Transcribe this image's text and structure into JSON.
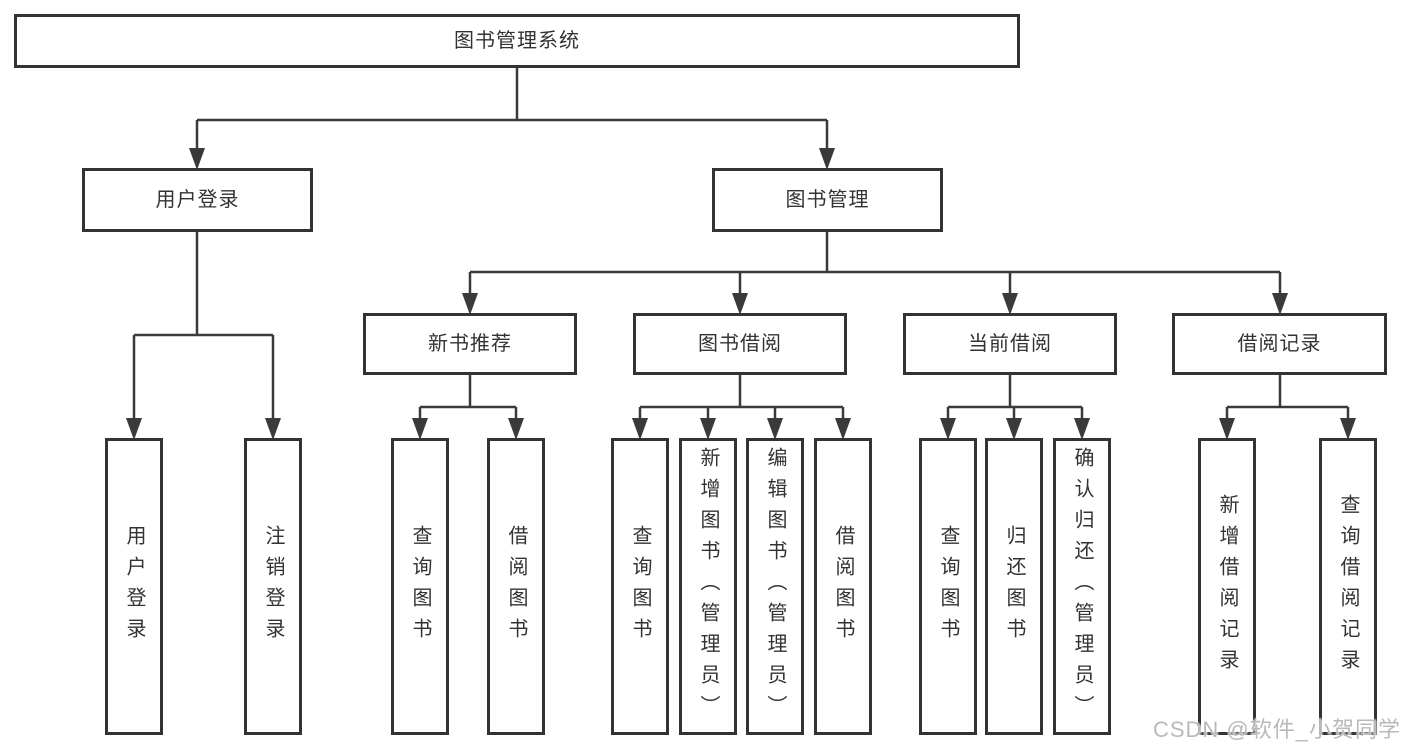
{
  "colors": {
    "line": "#3a3a3a",
    "border": "#333333",
    "text": "#333333",
    "watermark": "#b9b9b9",
    "background": "#ffffff"
  },
  "tree": {
    "label": "图书管理系统",
    "children": [
      {
        "label": "用户登录",
        "children": [
          {
            "label": "用户登录"
          },
          {
            "label": "注销登录"
          }
        ]
      },
      {
        "label": "图书管理",
        "children": [
          {
            "label": "新书推荐",
            "children": [
              {
                "label": "查询图书"
              },
              {
                "label": "借阅图书"
              }
            ]
          },
          {
            "label": "图书借阅",
            "children": [
              {
                "label": "查询图书"
              },
              {
                "label": "新增图书（管理员）"
              },
              {
                "label": "编辑图书（管理员）"
              },
              {
                "label": "借阅图书"
              }
            ]
          },
          {
            "label": "当前借阅",
            "children": [
              {
                "label": "查询图书"
              },
              {
                "label": "归还图书"
              },
              {
                "label": "确认归还（管理员）"
              }
            ]
          },
          {
            "label": "借阅记录",
            "children": [
              {
                "label": "新增借阅记录"
              },
              {
                "label": "查询借阅记录"
              }
            ]
          }
        ]
      }
    ]
  },
  "watermark": {
    "text": "CSDN @软件_小贺同学"
  }
}
